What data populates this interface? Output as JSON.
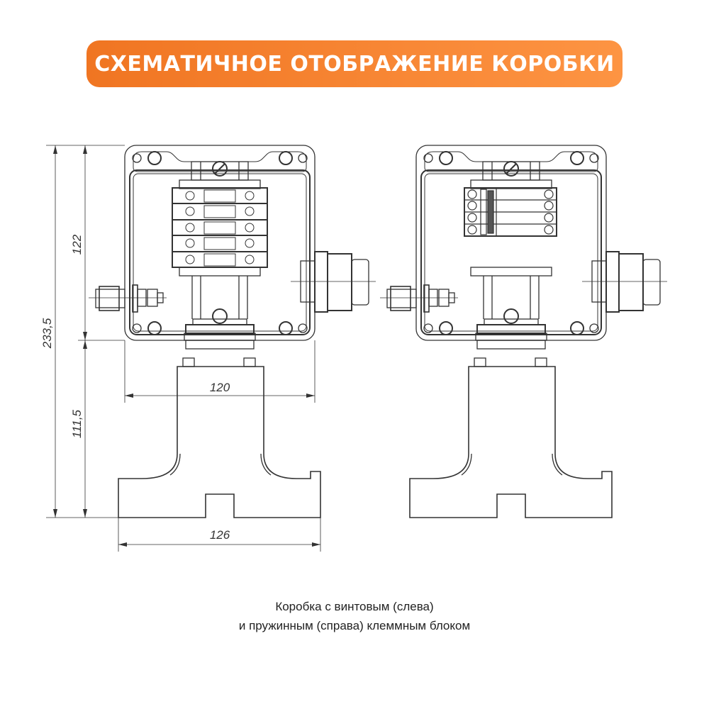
{
  "title": "СХЕМАТИЧНОЕ ОТОБРАЖЕНИЕ КОРОБКИ",
  "dimensions": {
    "total_height": "233,5",
    "box_height": "122",
    "stand_height": "111,5",
    "box_width": "120",
    "base_width": "126"
  },
  "caption": {
    "line1": "Коробка с винтовым (слева)",
    "line2": "и пружинным (справа) клеммным блоком"
  },
  "colors": {
    "accent": "#f47b25",
    "line": "#333333"
  }
}
